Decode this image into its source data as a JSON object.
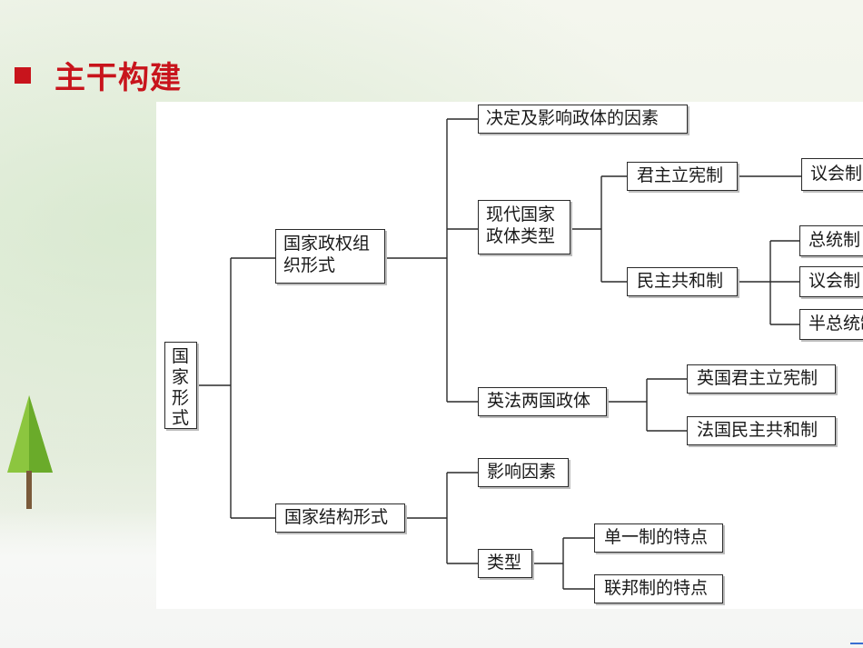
{
  "header": {
    "title": "主干构建"
  },
  "diagram": {
    "root": "国家形式",
    "org_form": "国家政权组织形式",
    "factors": "决定及影响政体的因素",
    "modern_types": "现代国家政体类型",
    "const_monarchy": "君主立宪制",
    "parliament_1": "议会制",
    "republic": "民主共和制",
    "presidential": "总统制",
    "parliament_2": "议会制",
    "semi_presidential": "半总统制",
    "uk_fr": "英法两国政体",
    "uk": "英国君主立宪制",
    "fr": "法国民主共和制",
    "structure_form": "国家结构形式",
    "struct_factors": "影响因素",
    "struct_types": "类型",
    "unitary": "单一制的特点",
    "federal": "联邦制的特点"
  }
}
